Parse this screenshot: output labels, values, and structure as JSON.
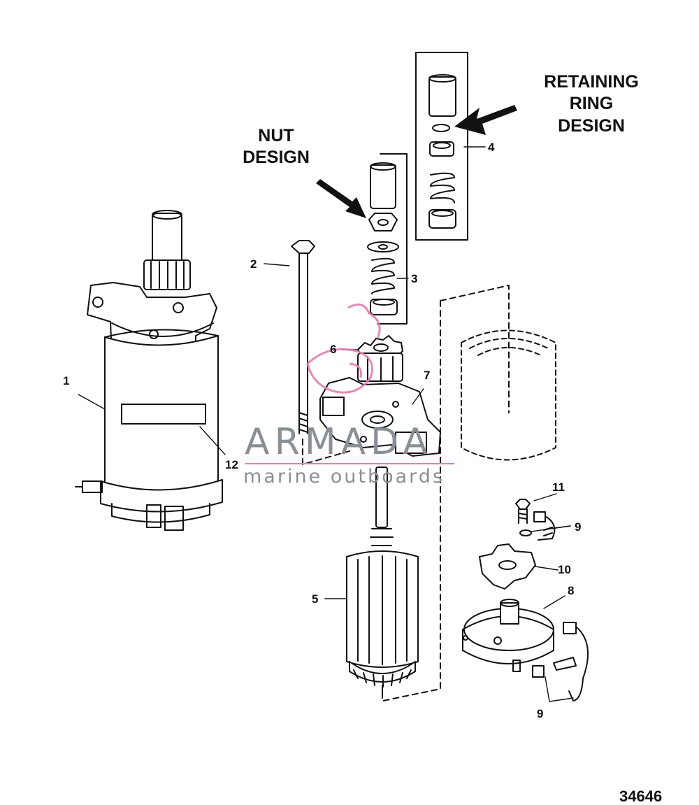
{
  "headings": {
    "retaining_ring_design": "RETAINING\nRING\nDESIGN",
    "nut_design": "NUT\nDESIGN"
  },
  "callouts": [
    "1",
    "2",
    "3",
    "4",
    "5",
    "6",
    "7",
    "8",
    "9",
    "9",
    "10",
    "11",
    "12"
  ],
  "figure_number": "34646",
  "watermark": {
    "brand": "ARMADA",
    "tagline": "marine outboards",
    "accent_color": "#e27fb0"
  },
  "colors": {
    "line": "#111111",
    "background": "#ffffff"
  }
}
